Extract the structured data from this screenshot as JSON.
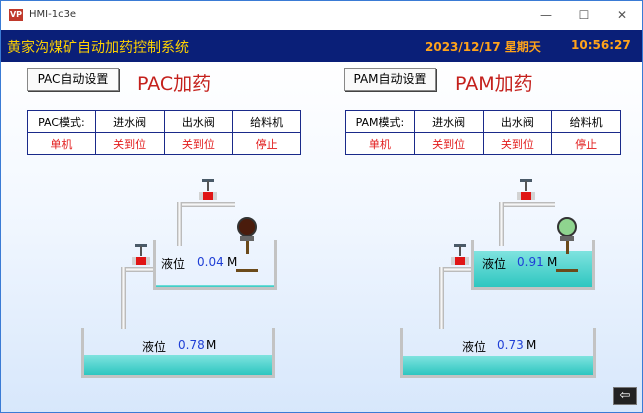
{
  "window": {
    "icon_text": "VP",
    "title": "HMI-1c3e",
    "controls": {
      "minimize": "—",
      "maximize": "☐",
      "close": "✕"
    }
  },
  "header": {
    "system_title": "黄家沟煤矿自动加药控制系统",
    "date": "2023/12/17 星期天",
    "time": "10:56:27"
  },
  "pac": {
    "settings_button": "PAC自动设置",
    "title": "PAC加药",
    "status_headers": [
      "PAC模式:",
      "进水阀",
      "出水阀",
      "给料机"
    ],
    "status_values": [
      "单机",
      "关到位",
      "关到位",
      "停止"
    ],
    "upper_tank": {
      "label": "液位",
      "value": "0.04",
      "unit": "M",
      "fill_fraction": 0.04
    },
    "lower_tank": {
      "label": "液位",
      "value": "0.78",
      "unit": "M",
      "fill_fraction": 0.78
    },
    "motor_color": "#4a1c0c"
  },
  "pam": {
    "settings_button": "PAM自动设置",
    "title": "PAM加药",
    "status_headers": [
      "PAM模式:",
      "进水阀",
      "出水阀",
      "给料机"
    ],
    "status_values": [
      "单机",
      "关到位",
      "关到位",
      "停止"
    ],
    "upper_tank": {
      "label": "液位",
      "value": "0.91",
      "unit": "M",
      "fill_fraction": 0.91
    },
    "lower_tank": {
      "label": "液位",
      "value": "0.73",
      "unit": "M",
      "fill_fraction": 0.73
    },
    "motor_color": "#8fd48f"
  },
  "nav": {
    "back_icon": "arrow-left-icon",
    "back_glyph": "⇦"
  },
  "colors": {
    "header_bg": "#0a1f78",
    "title_yellow": "#ffd200",
    "clock_orange": "#ffa31a",
    "status_red": "#e21b1b",
    "water": "#2ec6c0",
    "level_value_blue": "#1f3fd6"
  }
}
